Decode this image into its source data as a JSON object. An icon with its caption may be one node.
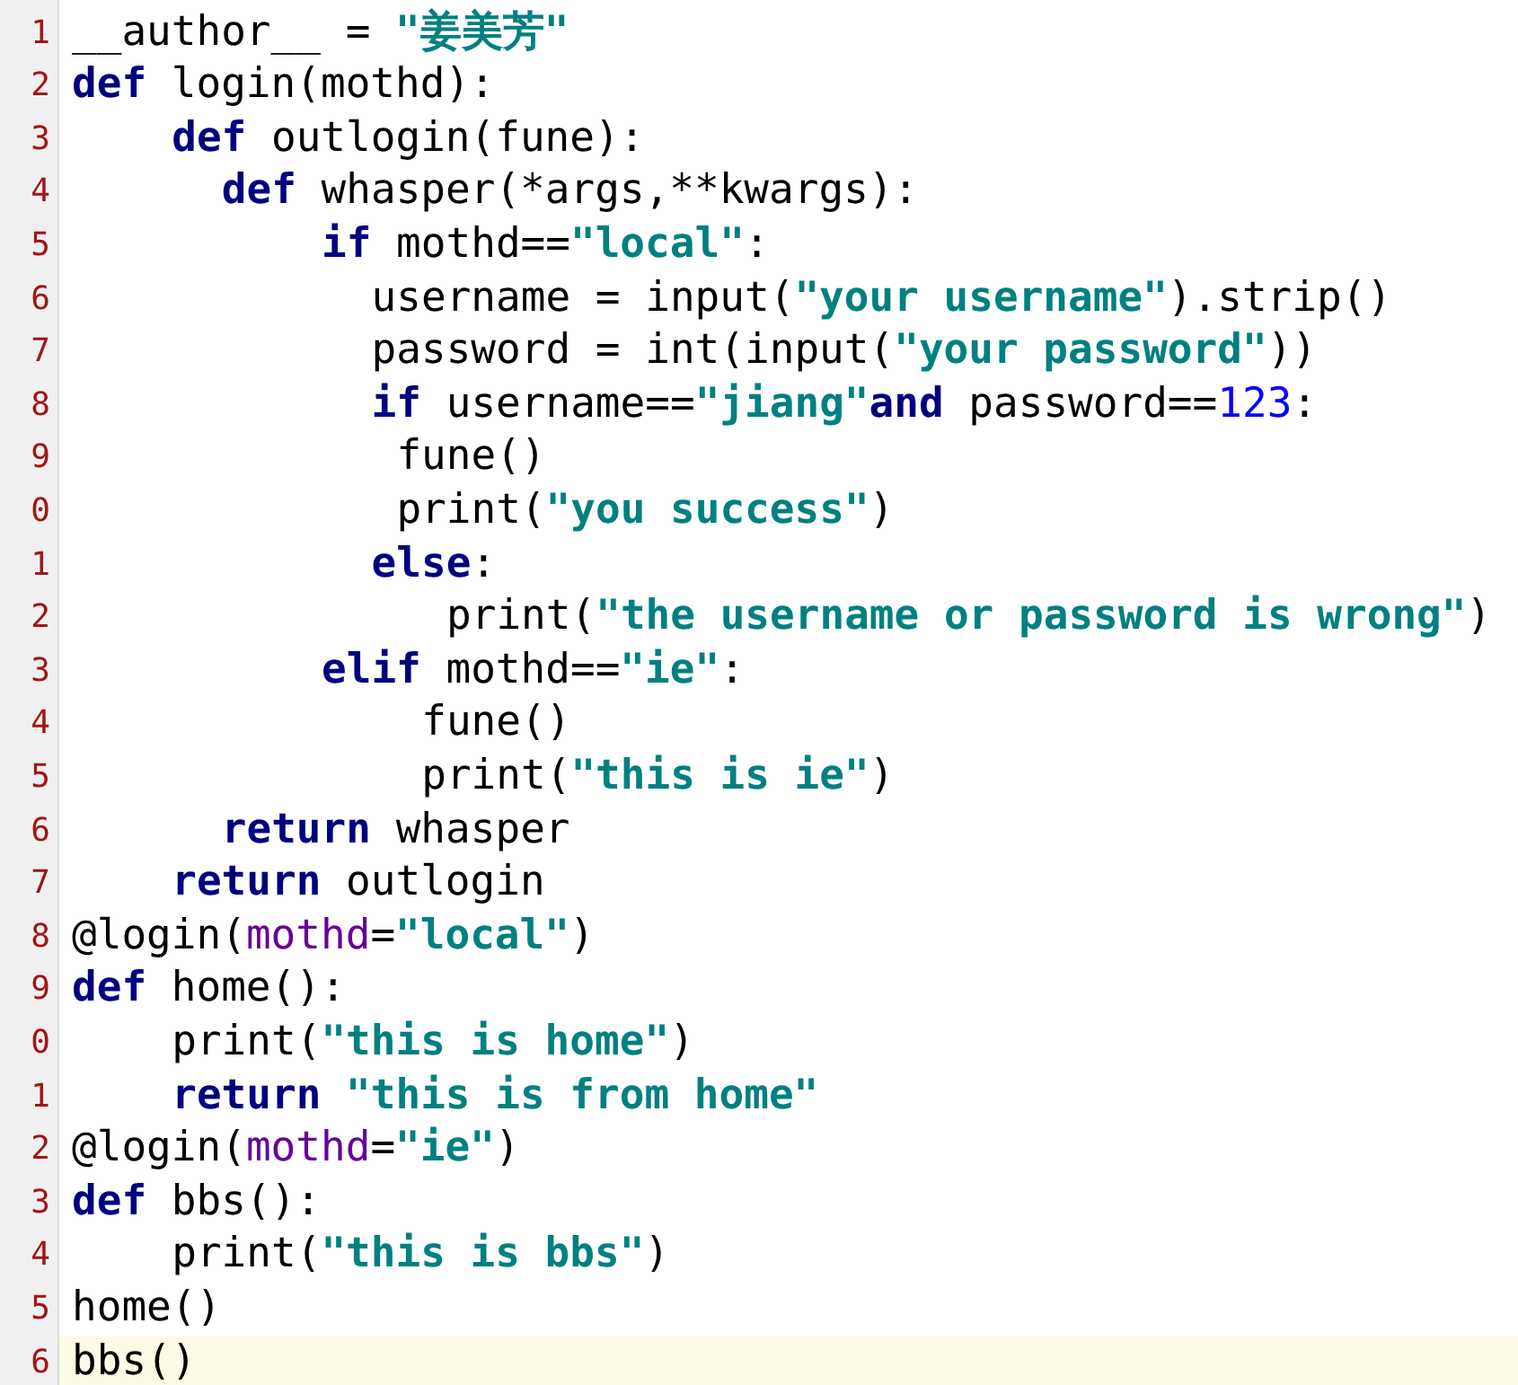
{
  "diagram": {
    "labels": [
      "1",
      "__author__ = \"姜美芳\"",
      "2",
      "def login(mothd):",
      "3",
      "def outlogin(fune):",
      "4",
      "def whasper(*args,**kwargs):",
      "5",
      "if mothd==\"local\":",
      "6",
      "username = input(\"your username\").strip()",
      "7",
      "password = int(input(\"your password\"))",
      "8",
      "if username==\"jiang\"and password==123:",
      "9",
      "fune()",
      "0",
      "print(\"you success\")",
      "1",
      "else:",
      "2",
      "print(\"the username or password is wrong\")",
      "3",
      "elif mothd==\"ie\":",
      "4",
      "fune()",
      "5",
      "print(\"this is ie\")",
      "6",
      "return whasper",
      "7",
      "return outlogin",
      "8",
      "@login(mothd=\"local\")",
      "9",
      "def home():",
      "0",
      "print(\"this is home\")",
      "1",
      "return \"this is from home\"",
      "2",
      "@login(mothd=\"ie\")",
      "3",
      "def bbs():",
      "4",
      "print(\"this is bbs\")",
      "5",
      "home()",
      "6",
      "bbs()"
    ]
  }
}
